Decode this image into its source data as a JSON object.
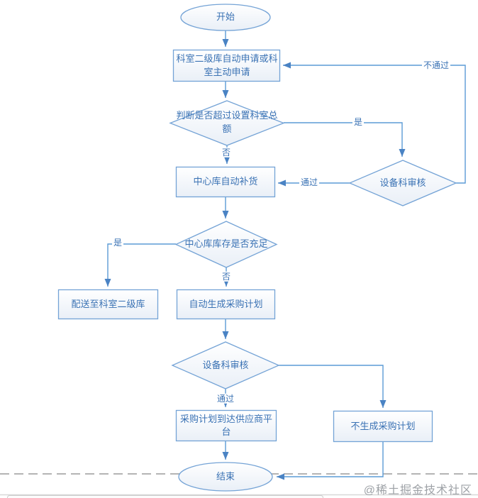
{
  "diagram": {
    "nodes": {
      "start": {
        "label": "开始"
      },
      "apply": {
        "label": "科室二级库自动申请或科室主动申请"
      },
      "quota_check": {
        "label": "判断是否超过设置科室总额"
      },
      "restock": {
        "label": "中心库自动补货"
      },
      "device_review_1": {
        "label": "设备科审核"
      },
      "stock_check": {
        "label": "中心库库存是否充足"
      },
      "deliver": {
        "label": "配送至科室二级库"
      },
      "generate_plan": {
        "label": "自动生成采购计划"
      },
      "device_review_2": {
        "label": "设备科审核"
      },
      "supplier_platform": {
        "label": "采购计划到达供应商平台"
      },
      "no_plan": {
        "label": "不生成采购计划"
      },
      "end": {
        "label": "结束"
      }
    },
    "edge_labels": {
      "not_pass": "不通过",
      "quota_yes": "是",
      "quota_no": "否",
      "review1_pass": "通过",
      "stock_yes": "是",
      "stock_no": "否",
      "review2_pass": "通过"
    },
    "colors": {
      "line": "#5b9bd5",
      "shape_border": "#74a3d6",
      "shape_fill_top": "#ffffff",
      "shape_fill_bottom": "#e9eff7",
      "text": "#3a72b4",
      "arrowhead": "#4a83c4",
      "dashed_divider": "#b4b4b4",
      "watermark": "#9da1a6"
    },
    "watermark": "@稀土掘金技术社区"
  }
}
